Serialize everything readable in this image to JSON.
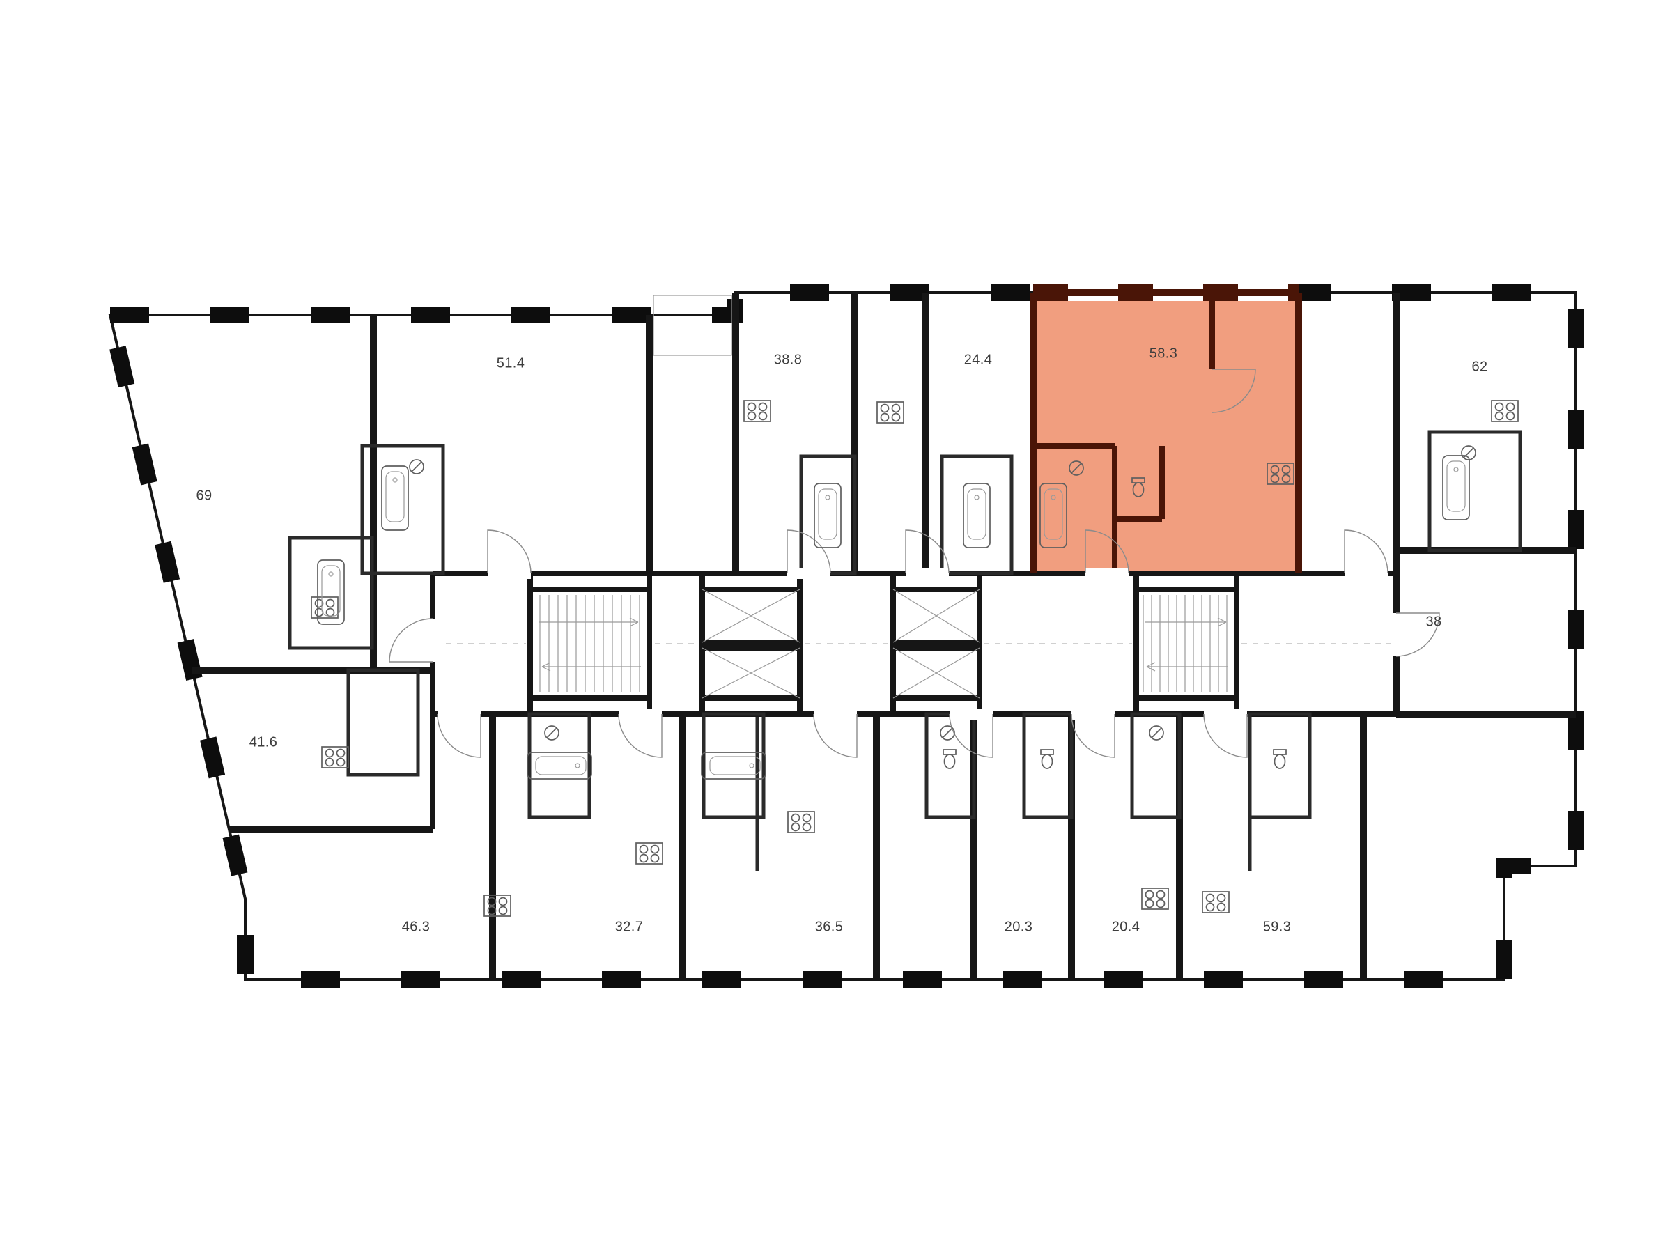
{
  "floorplan": {
    "background": "#ffffff",
    "wall_color": "#161616",
    "highlight": {
      "fill": "#f19e7f",
      "wall": "#4a1507",
      "area": "58.3"
    },
    "apartments": [
      {
        "id": "apt-69",
        "area": "69",
        "highlighted": false
      },
      {
        "id": "apt-51-4",
        "area": "51.4",
        "highlighted": false
      },
      {
        "id": "apt-38-8",
        "area": "38.8",
        "highlighted": false
      },
      {
        "id": "apt-24-4",
        "area": "24.4",
        "highlighted": false
      },
      {
        "id": "apt-58-3",
        "area": "58.3",
        "highlighted": true
      },
      {
        "id": "apt-62",
        "area": "62",
        "highlighted": false
      },
      {
        "id": "apt-41-6",
        "area": "41.6",
        "highlighted": false
      },
      {
        "id": "apt-38",
        "area": "38",
        "highlighted": false
      },
      {
        "id": "apt-46-3",
        "area": "46.3",
        "highlighted": false
      },
      {
        "id": "apt-32-7",
        "area": "32.7",
        "highlighted": false
      },
      {
        "id": "apt-36-5",
        "area": "36.5",
        "highlighted": false
      },
      {
        "id": "apt-20-3",
        "area": "20.3",
        "highlighted": false
      },
      {
        "id": "apt-20-4",
        "area": "20.4",
        "highlighted": false
      },
      {
        "id": "apt-59-3",
        "area": "59.3",
        "highlighted": false
      }
    ]
  }
}
